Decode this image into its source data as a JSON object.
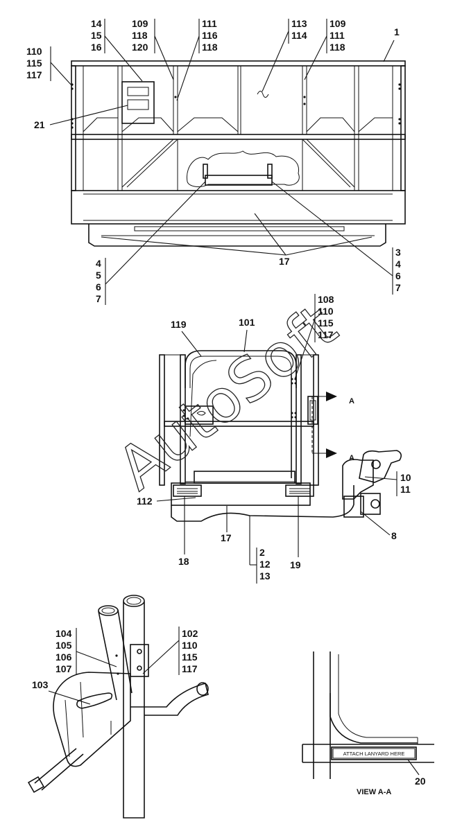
{
  "watermark": "AutoSoft",
  "top_view": {
    "callouts": [
      {
        "lines": [
          "14",
          "15",
          "16"
        ]
      },
      {
        "lines": [
          "109",
          "118",
          "120"
        ]
      },
      {
        "lines": [
          "111",
          "116",
          "118"
        ]
      },
      {
        "lines": [
          "113",
          "114"
        ]
      },
      {
        "lines": [
          "109",
          "111",
          "118"
        ]
      },
      {
        "lines": [
          "1"
        ]
      },
      {
        "lines": [
          "110",
          "115",
          "117"
        ]
      },
      {
        "lines": [
          "21"
        ]
      },
      {
        "lines": [
          "4",
          "5",
          "6",
          "7"
        ]
      },
      {
        "lines": [
          "17"
        ]
      },
      {
        "lines": [
          "3",
          "4",
          "6",
          "7"
        ]
      }
    ]
  },
  "side_view": {
    "callouts": [
      {
        "lines": [
          "119"
        ]
      },
      {
        "lines": [
          "101"
        ]
      },
      {
        "lines": [
          "108",
          "110",
          "115",
          "117"
        ]
      },
      {
        "lines": [
          "10",
          "11"
        ]
      },
      {
        "lines": [
          "112"
        ]
      },
      {
        "lines": [
          "8"
        ]
      },
      {
        "lines": [
          "18"
        ]
      },
      {
        "lines": [
          "17"
        ]
      },
      {
        "lines": [
          "2",
          "12",
          "13"
        ]
      },
      {
        "lines": [
          "19"
        ]
      }
    ],
    "section_marks": [
      "A",
      "A"
    ]
  },
  "detail_view": {
    "callouts": [
      {
        "lines": [
          "104",
          "105",
          "106",
          "107"
        ]
      },
      {
        "lines": [
          "103"
        ]
      },
      {
        "lines": [
          "102",
          "110",
          "115",
          "117"
        ]
      }
    ]
  },
  "view_aa": {
    "decal_text": "ATTACH LANYARD HERE",
    "callout": "20",
    "caption": "VIEW A-A"
  }
}
